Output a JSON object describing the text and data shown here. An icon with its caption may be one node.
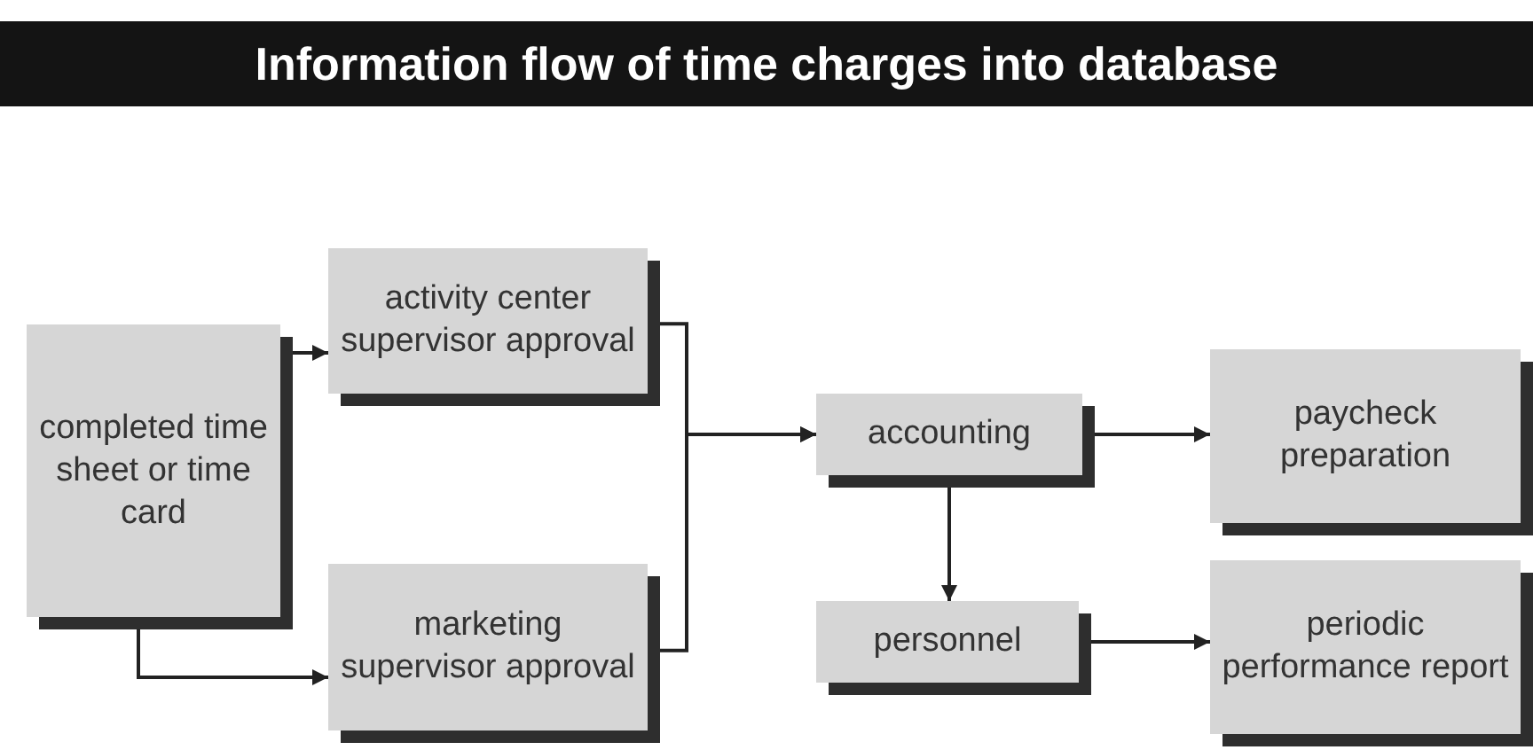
{
  "diagram": {
    "title": "Information flow of time charges into database",
    "nodes": [
      {
        "text": [
          "completed time sheet or time card"
        ]
      },
      {
        "text": [
          "activity center supervisor approval"
        ]
      },
      {
        "text": [
          "marketing supervisor approval"
        ]
      },
      {
        "text": [
          "accounting"
        ]
      },
      {
        "text": [
          "paycheck preparation"
        ]
      },
      {
        "text": [
          "personnel"
        ]
      },
      {
        "text": [
          "periodic performance report"
        ]
      }
    ],
    "edges": [
      {
        "from": 0,
        "to": 1,
        "arrow": "to"
      },
      {
        "from": 0,
        "to": 2,
        "arrow": "to"
      },
      {
        "from": 1,
        "to": 3,
        "arrow": "to"
      },
      {
        "from": 2,
        "to": 3,
        "arrow": "to"
      },
      {
        "from": 3,
        "to": 4,
        "arrow": "to"
      },
      {
        "from": 3,
        "to": 5,
        "arrow": "to"
      },
      {
        "from": 5,
        "to": 6,
        "arrow": "to"
      }
    ]
  }
}
